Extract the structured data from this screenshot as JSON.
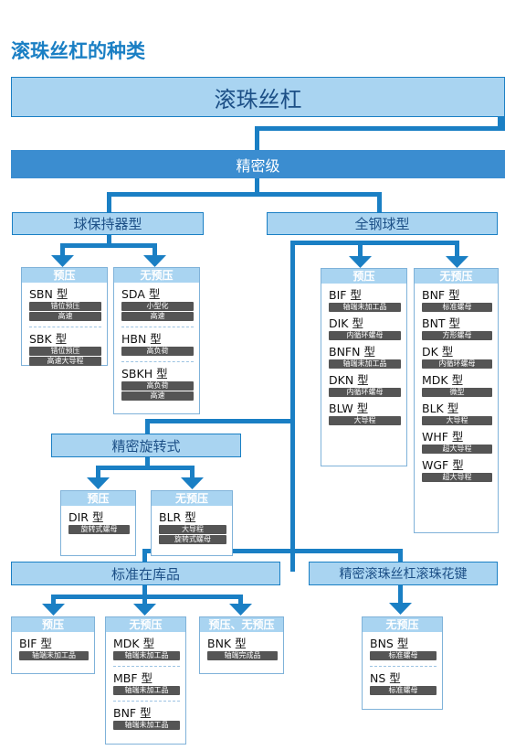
{
  "page_title": "滚珠丝杠的种类",
  "top_header": "滚珠丝杠",
  "precision_header": "精密级",
  "cat": {
    "ball_retainer": "球保持器型",
    "full_ball": "全钢球型",
    "rotary": "精密旋转式",
    "stock": "标准在库品",
    "spline": "精密滚珠丝杠滚珠花键"
  },
  "labels": {
    "preload": "预压",
    "no_preload": "无预压",
    "both": "预压、无预压"
  },
  "ball_retainer_preload": [
    {
      "model": "SBN 型",
      "tags": [
        "错位预压",
        "高速"
      ]
    },
    {
      "model": "SBK 型",
      "tags": [
        "错位预压",
        "高速大导程"
      ]
    }
  ],
  "ball_retainer_nopreload": [
    {
      "model": "SDA 型",
      "tags": [
        "小型化",
        "高速"
      ]
    },
    {
      "model": "HBN 型",
      "tags": [
        "高负荷"
      ]
    },
    {
      "model": "SBKH 型",
      "tags": [
        "高负荷",
        "高速"
      ]
    }
  ],
  "full_preload": [
    {
      "model": "BIF 型",
      "tags": [
        "轴端未加工品"
      ]
    },
    {
      "model": "DIK 型",
      "tags": [
        "内循环螺母"
      ]
    },
    {
      "model": "BNFN 型",
      "tags": [
        "轴端未加工品"
      ]
    },
    {
      "model": "DKN 型",
      "tags": [
        "内循环螺母"
      ]
    },
    {
      "model": "BLW 型",
      "tags": [
        "大导程"
      ]
    }
  ],
  "full_nopreload": [
    {
      "model": "BNF 型",
      "tags": [
        "标准螺母"
      ]
    },
    {
      "model": "BNT 型",
      "tags": [
        "方形螺母"
      ]
    },
    {
      "model": "DK 型",
      "tags": [
        "内循环螺母"
      ]
    },
    {
      "model": "MDK 型",
      "tags": [
        "微型"
      ]
    },
    {
      "model": "BLK 型",
      "tags": [
        "大导程"
      ]
    },
    {
      "model": "WHF 型",
      "tags": [
        "超大导程"
      ]
    },
    {
      "model": "WGF 型",
      "tags": [
        "超大导程"
      ]
    }
  ],
  "rotary_preload": [
    {
      "model": "DIR 型",
      "tags": [
        "旋转式螺母"
      ]
    }
  ],
  "rotary_nopreload": [
    {
      "model": "BLR 型",
      "tags": [
        "大导程",
        "旋转式螺母"
      ]
    }
  ],
  "stock_preload": [
    {
      "model": "BIF 型",
      "tags": [
        "轴端未加工品"
      ]
    }
  ],
  "stock_nopreload": [
    {
      "model": "MDK 型",
      "tags": [
        "轴端未加工品"
      ]
    },
    {
      "model": "MBF 型",
      "tags": [
        "轴端未加工品"
      ]
    },
    {
      "model": "BNF 型",
      "tags": [
        "轴端未加工品"
      ]
    }
  ],
  "stock_both": [
    {
      "model": "BNK 型",
      "tags": [
        "轴端完成品"
      ]
    }
  ],
  "spline_nopreload": [
    {
      "model": "BNS 型",
      "tags": [
        "标准螺母"
      ]
    },
    {
      "model": "NS 型",
      "tags": [
        "标准螺母"
      ]
    }
  ]
}
